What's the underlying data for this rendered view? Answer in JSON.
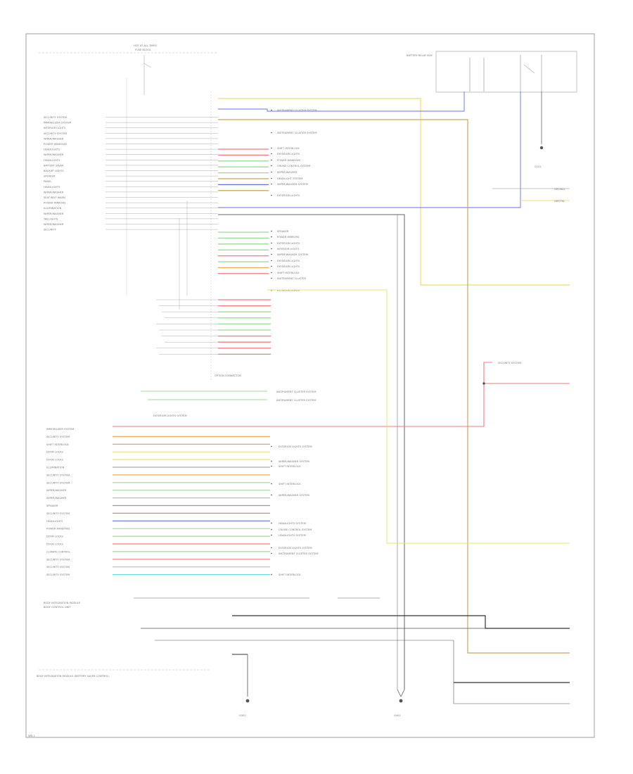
{
  "module_name": "BODY INTEGRATION MODULE",
  "module_sublabel": "BODY CONTROL UNIT",
  "upper_left_labels": [
    "SECURITY SYSTEM",
    "IMMOBILIZER SYSTEM",
    "INTERIOR LIGHTS",
    "SECURITY SYSTEM",
    "WIPER/WASHER",
    "POWER WINDOWS",
    "HEADLIGHTS",
    "WIPER/WASHER",
    "HEADLIGHTS",
    "BATTERY SAVER",
    "BACKUP LIGHTS",
    "SPEAKER",
    "PANEL",
    "HEADLIGHTS",
    "WIPER/WASHER",
    "SEAT BELT WARN",
    "POWER MIRRORS",
    "ILLUMINATION",
    "WIPER/WASHER",
    "TAILLIGHTS",
    "WIPER/WASHER",
    "SECURITY"
  ],
  "lower_left_labels": [
    "IMMOBILIZER SYSTEM",
    "SECURITY SYSTEM",
    "SHIFT INTERLOCK",
    "DOOR LOCKS",
    "DOOR LOCKS",
    "ILLUMINATION",
    "SECURITY SYSTEM",
    "SECURITY SYSTEM",
    "WIPER/WASHER",
    "WIPER/WASHER",
    "SPEAKER",
    "SECURITY SYSTEM",
    "HEADLIGHTS",
    "POWER WINDOWS",
    "DOOR LOCKS",
    "DOOR LOCKS",
    "CLIMATE CONTROL",
    "SECURITY SYSTEM",
    "SECURITY SYSTEM",
    "SECURITY SYSTEM"
  ],
  "upper_right_labels": [
    "INSTRUMENT CLUSTER SYSTEM",
    "INSTRUMENT CLUSTER SYSTEM",
    "SHIFT INTERLOCK",
    "EXTERIOR LIGHTS",
    "POWER WINDOWS",
    "CRUISE CONTROL SYSTEM",
    "WIPER/WASHER",
    "HEADLIGHT SYSTEM",
    "WIPER/WASHER SYSTEM",
    "EXTERIOR LIGHTS",
    "SPEAKER",
    "POWER MIRRORS",
    "EXTERIOR LIGHTS",
    "INTERIOR LIGHTS",
    "WIPER/WASHER SYSTEM",
    "EXTERIOR LIGHTS",
    "EXTERIOR LIGHTS",
    "SHIFT INTERLOCK",
    "INSTRUMENT CLUSTER",
    "EXTERIOR LIGHTS"
  ],
  "lower_right_labels": [
    "EXTERIOR LIGHTS SYSTEM",
    "WIPER/WASHER SYSTEM",
    "SHIFT INTERLOCK",
    "SHIFT INTERLOCK",
    "WIPER/WASHER SYSTEM",
    "HEADLIGHTS SYSTEM",
    "CRUISE CONTROL SYSTEM",
    "HEADLIGHTS SYSTEM",
    "EXTERIOR LIGHTS SYSTEM",
    "INSTRUMENT CLUSTER SYSTEM",
    "SHIFT INTERLOCK"
  ],
  "mid_right_labels": [
    "INSTRUMENT CLUSTER SYSTEM",
    "INSTRUMENT CLUSTER SYSTEM"
  ],
  "option_connector": "OPTION CONNECTOR",
  "security_system": "SECURITY SYSTEM",
  "exterior_lights": "EXTERIOR LIGHTS SYSTEM",
  "hot_at_all_times": "HOT AT ALL TIMES",
  "fuse_block": "FUSE BLOCK",
  "relay_box_label": "BATTERY RELAY BOX",
  "ground_labels": [
    "G301",
    "G401",
    "G101"
  ],
  "footer_note": "BODY INTEGRATION MODULE (BATTERY SAVER CONTROL)",
  "figure_code": "WD-1",
  "colors": {
    "wire_yellow": "#ebe16a",
    "wire_red": "#f07b82",
    "wire_blue": "#6a6ef0",
    "wire_green": "#9ed89e",
    "wire_orange": "#f0aa55",
    "wire_cyan": "#5ee0e8",
    "wire_gray": "#777777",
    "wire_tan": "#c8a858"
  }
}
